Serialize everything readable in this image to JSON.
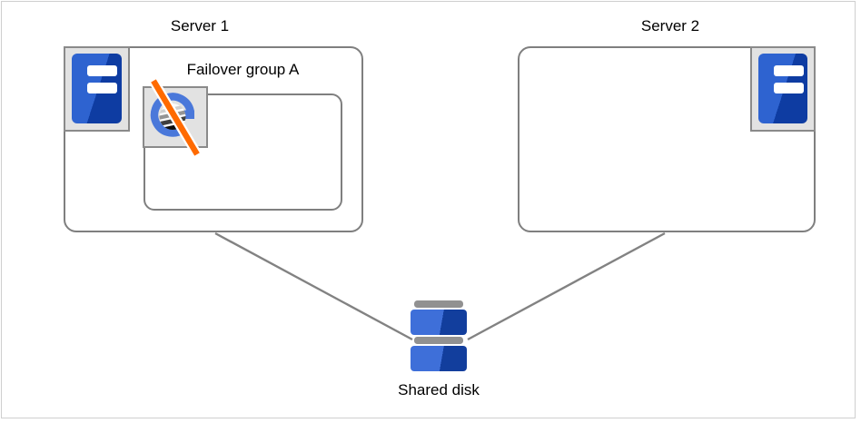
{
  "labels": {
    "server1": "Server 1",
    "server2": "Server 2",
    "failover_group": "Failover group A",
    "shared_disk": "Shared disk"
  },
  "icons": {
    "server1": "server-icon",
    "server2": "server-icon",
    "failover_group": "group-globe-icon-with-stop-slash",
    "shared_disk": "stacked-disks-icon"
  },
  "colors": {
    "box_border_gray": "#7f7f7f",
    "icon_frame_gray": "#8a8a8a",
    "icon_frame_fill": "#e2e2e2",
    "server_blue_light": "#2e63d0",
    "server_blue_dark": "#0e3ca2",
    "disk_blue_light": "#3e6fd9",
    "disk_blue_dark": "#123e9d",
    "group_ring_blue": "#4a78da",
    "slash_orange": "#ff6a00",
    "connector_gray": "#828282"
  },
  "connections": [
    {
      "from": "server1-box",
      "to": "shared-disk"
    },
    {
      "from": "server2-box",
      "to": "shared-disk"
    }
  ]
}
